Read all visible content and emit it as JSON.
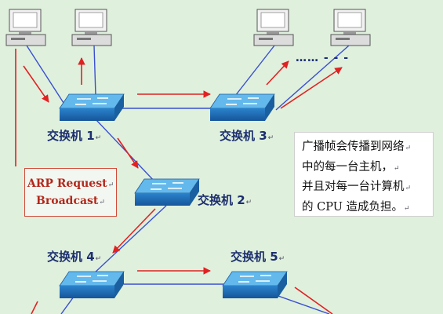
{
  "switches": {
    "sw1": {
      "label": "交换机 1"
    },
    "sw2": {
      "label": "交换机 2"
    },
    "sw3": {
      "label": "交换机 3"
    },
    "sw4": {
      "label": "交换机 4"
    },
    "sw5": {
      "label": "交换机 5"
    }
  },
  "paragraph_mark": "↵",
  "arp_box": {
    "line1": "ARP Request",
    "line2": "Broadcast"
  },
  "info_box": {
    "line1": "广播帧会传播到网络",
    "line2": "中的每一台主机，",
    "line3": "并且对每一台计算机",
    "line4": "的 CPU 造成负担。"
  },
  "more_hosts": "…… - - -",
  "colors": {
    "background": "#dff0dd",
    "cable": "#3a4fd0",
    "arrow": "#e02222",
    "switch_top": "#5fb6ea",
    "switch_side": "#1f6fb8",
    "label": "#1d2f6e",
    "arp_text": "#b3281c"
  },
  "icons": [
    "desktop-computer-icon",
    "network-switch-icon",
    "broadcast-arrow-icon"
  ]
}
